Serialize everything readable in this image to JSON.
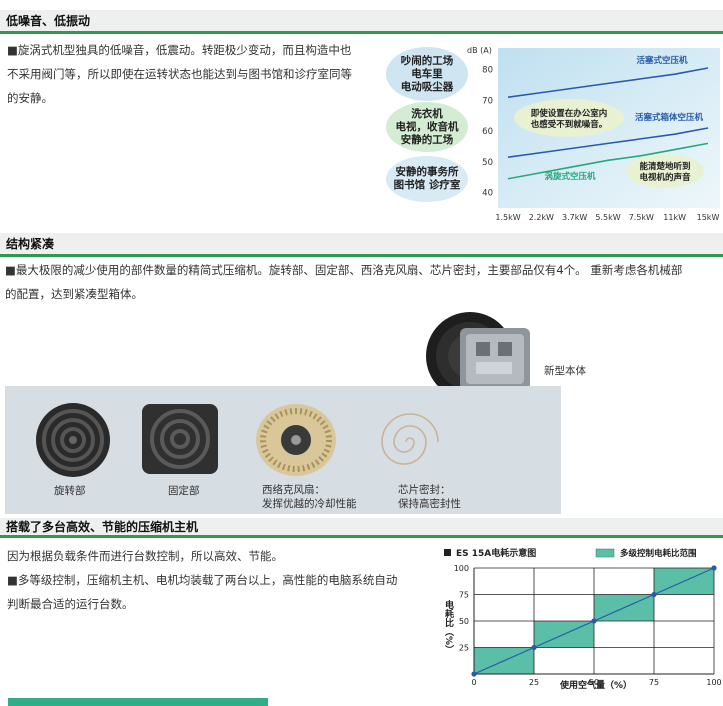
{
  "top_fragment": "………··…",
  "sections": {
    "noise": {
      "title": "低噪音、低振动",
      "para1": "■旋涡式机型独具的低噪音，低震动。转距极少变动，而且构造中也",
      "para2": "不采用阀门等，所以即使在运转状态也能达到与图书馆和诊疗室同等",
      "para3": "的安静。",
      "bubbles": [
        {
          "l1": "吵闹的工场",
          "l2": "电车里",
          "l3": "电动吸尘器"
        },
        {
          "l1": "洗衣机",
          "l2": "电视，收音机",
          "l3": "安静的工场"
        },
        {
          "l1": "安静的事务所",
          "l2": "图书馆 诊疗室",
          "l3": ""
        }
      ]
    },
    "structure": {
      "title": "结构紧凑",
      "para1": "■最大极限的减少使用的部件数量的精简式压缩机。旋转部、固定部、西洛克风扇、芯片密封，主要部品仅有4个。 重新考虑各机械部",
      "para2": "的配置，达到紧凑型箱体。",
      "body_label": "新型本体",
      "parts": [
        {
          "l1": "旋转部",
          "l2": ""
        },
        {
          "l1": "固定部",
          "l2": ""
        },
        {
          "l1": "西络克风扇：",
          "l2": "发挥优越的冷却性能"
        },
        {
          "l1": "芯片密封：",
          "l2": "保持高密封性"
        }
      ]
    },
    "multi": {
      "title": "搭载了多台高效、节能的压缩机主机",
      "para1": "因为根据负载条件而进行台数控制，所以高效、节能。",
      "para2": "■多等级控制，压缩机主机、电机均装载了两台以上，高性能的电脑系统自动",
      "para3": "判断最合适的运行台数。"
    }
  },
  "chart_data": [
    {
      "type": "line",
      "ylabel": "dB (A)",
      "categories": [
        "1.5kW",
        "2.2kW",
        "3.7kW",
        "5.5kW",
        "7.5kW",
        "11kW",
        "15kW"
      ],
      "ylim": [
        35,
        87
      ],
      "yticks": [
        40,
        50,
        60,
        70,
        80
      ],
      "series": [
        {
          "name": "活塞式空压机",
          "values": [
            71,
            72.5,
            74,
            75.5,
            77,
            78.5,
            80.5
          ],
          "color": "#2a5aa8"
        },
        {
          "name": "活塞式箱体空压机",
          "values": [
            51.5,
            53,
            54.5,
            56,
            57.5,
            59,
            61
          ],
          "color": "#2a5aa8"
        },
        {
          "name": "涡旋式空压机",
          "values": [
            44.5,
            46.5,
            48.5,
            50.5,
            52,
            54,
            56
          ],
          "color": "#27a77d"
        }
      ],
      "annotations": [
        "即使设置在办公室内",
        "也感受不到就噪音。",
        "能清楚地听到",
        "电视机的声音"
      ]
    },
    {
      "type": "line",
      "title": "ES 15A电耗示意图",
      "legend": "多级控制电耗比范围",
      "xlabel": "使用空气量（%）",
      "ylabel": "电耗比（%）",
      "xticks": [
        0,
        25,
        50,
        75,
        100
      ],
      "yticks": [
        25,
        50,
        75,
        100
      ],
      "x": [
        0,
        25,
        50,
        75,
        100
      ],
      "series": [
        {
          "name": "",
          "values": [
            0,
            25,
            50,
            75,
            100
          ]
        }
      ],
      "range_steps": [
        {
          "x": [
            0,
            25
          ],
          "y": [
            0,
            25
          ]
        },
        {
          "x": [
            25,
            50
          ],
          "y": [
            25,
            50
          ]
        },
        {
          "x": [
            50,
            75
          ],
          "y": [
            50,
            75
          ]
        },
        {
          "x": [
            75,
            100
          ],
          "y": [
            75,
            100
          ]
        }
      ],
      "colors": {
        "fill": "#5bbfa8",
        "line": "#2a5aa8",
        "grid": "#222"
      }
    }
  ]
}
